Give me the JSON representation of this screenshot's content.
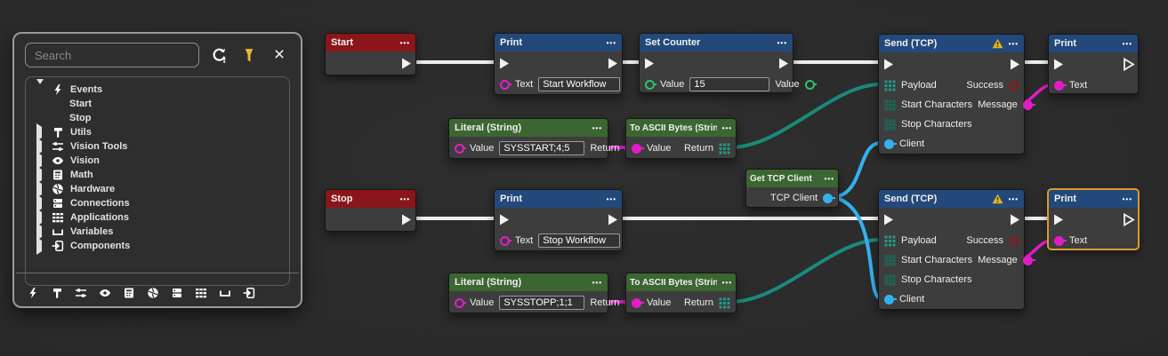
{
  "panel": {
    "search_placeholder": "Search",
    "icons": [
      "refresh-icon",
      "filter-icon",
      "close-icon"
    ],
    "tree": {
      "items": [
        {
          "label": "Events",
          "icon": "lightning"
        },
        {
          "label": "Start"
        },
        {
          "label": "Stop"
        },
        {
          "label": "Utils",
          "icon": "hammer"
        },
        {
          "label": "Vision Tools",
          "icon": "sliders"
        },
        {
          "label": "Vision",
          "icon": "eye"
        },
        {
          "label": "Math",
          "icon": "calculator"
        },
        {
          "label": "Hardware",
          "icon": "aperture"
        },
        {
          "label": "Connections",
          "icon": "server"
        },
        {
          "label": "Applications",
          "icon": "grid"
        },
        {
          "label": "Variables",
          "icon": "bracket"
        },
        {
          "label": "Components",
          "icon": "import"
        }
      ]
    },
    "toolbar_icons": [
      "lightning",
      "hammer",
      "sliders",
      "eye",
      "calculator",
      "aperture",
      "server",
      "grid",
      "bracket",
      "import"
    ]
  },
  "nodes": {
    "start": {
      "title": "Start"
    },
    "stop": {
      "title": "Stop"
    },
    "print1": {
      "title": "Print",
      "text_label": "Text",
      "text_value": "Start Workflow"
    },
    "print2": {
      "title": "Print",
      "text_label": "Text",
      "text_value": "Stop Workflow"
    },
    "set_counter": {
      "title": "Set Counter",
      "value_in_label": "Value",
      "value": "15",
      "value_out_label": "Value"
    },
    "send1": {
      "title": "Send (TCP)",
      "payload_label": "Payload",
      "start_chars_label": "Start Characters",
      "stop_chars_label": "Stop Characters",
      "client_label": "Client",
      "success_label": "Success",
      "message_label": "Message"
    },
    "send2": {
      "title": "Send (TCP)",
      "payload_label": "Payload",
      "start_chars_label": "Start Characters",
      "stop_chars_label": "Stop Characters",
      "client_label": "Client",
      "success_label": "Success",
      "message_label": "Message"
    },
    "print_tr": {
      "title": "Print",
      "text_label": "Text"
    },
    "print_br": {
      "title": "Print",
      "text_label": "Text"
    },
    "literal1": {
      "title": "Literal (String)",
      "value_label": "Value",
      "value": "SYSSTART;4;5",
      "return_label": "Return"
    },
    "literal2": {
      "title": "Literal (String)",
      "value_label": "Value",
      "value": "SYSSTOPP;1;1",
      "return_label": "Return"
    },
    "toascii1": {
      "title": "To ASCII Bytes (String)",
      "value_label": "Value",
      "return_label": "Return"
    },
    "toascii2": {
      "title": "To ASCII Bytes (String)",
      "value_label": "Value",
      "return_label": "Return"
    },
    "get_tcp": {
      "title": "Get TCP Client",
      "client_label": "TCP Client"
    }
  },
  "colors": {
    "header_red": "#8a1619",
    "header_blue": "#23497a",
    "header_green": "#3c6631",
    "wire_exec": "#efefef",
    "wire_magenta": "#e01ec8",
    "wire_teal": "#1a8a7b",
    "wire_blue": "#33b1ef",
    "port_green": "#2fbf71",
    "port_error_red": "#8b1a1a",
    "warning_amber": "#e3b320",
    "selection_orange": "#d99b2e",
    "filter_amber": "#e8b832"
  }
}
